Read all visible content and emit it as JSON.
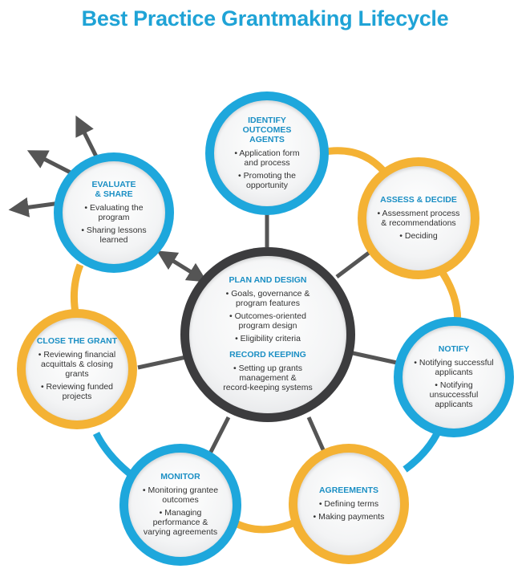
{
  "title": "Best Practice Grantmaking Lifecycle",
  "colors": {
    "blue": "#1ea7dc",
    "yellow": "#f4b234",
    "dark": "#3c3c3e",
    "connector": "#555555",
    "heading": "#1b8fc4"
  },
  "center": {
    "heading1": "PLAN AND DESIGN",
    "items1": [
      "• Goals, governance &\nprogram features",
      "• Outcomes-oriented\nprogram design",
      "• Eligibility criteria"
    ],
    "heading2": "RECORD KEEPING",
    "items2": [
      "• Setting up grants\nmanagement &\nrecord-keeping systems"
    ]
  },
  "stages": [
    {
      "heading": "IDENTIFY\nOUTCOMES\nAGENTS",
      "items": [
        "• Application form\nand process",
        "• Promoting the\nopportunity"
      ]
    },
    {
      "heading": "ASSESS & DECIDE",
      "items": [
        "• Assessment process\n& recommendations",
        "• Deciding"
      ]
    },
    {
      "heading": "NOTIFY",
      "items": [
        "• Notifying successful\napplicants",
        "• Notifying\nunsuccessful\napplicants"
      ]
    },
    {
      "heading": "AGREEMENTS",
      "items": [
        "• Defining terms",
        "• Making payments"
      ]
    },
    {
      "heading": "MONITOR",
      "items": [
        "• Monitoring grantee\noutcomes",
        "• Managing\nperformance &\nvarying agreements"
      ]
    },
    {
      "heading": "CLOSE THE GRANT",
      "items": [
        "• Reviewing financial\nacquittals & closing\ngrants",
        "• Reviewing funded\nprojects"
      ]
    },
    {
      "heading": "EVALUATE\n& SHARE",
      "items": [
        "• Evaluating the\nprogram",
        "• Sharing lessons\nlearned"
      ]
    }
  ]
}
